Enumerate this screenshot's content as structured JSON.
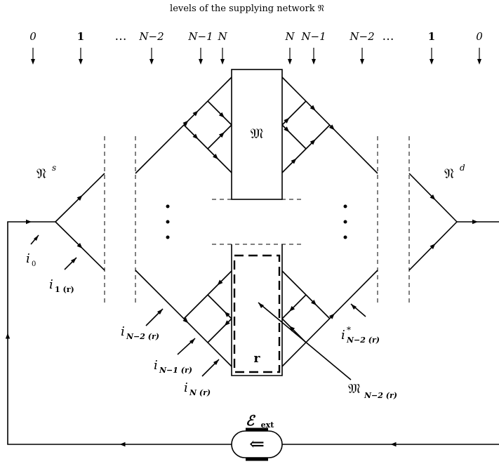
{
  "title": "levels of the supplying network 𝔑",
  "levels_left": [
    "0",
    "1",
    "…",
    "N−2",
    "N−1",
    "N"
  ],
  "levels_right": [
    "N",
    "N−1",
    "N−2",
    "…",
    "1",
    "0"
  ],
  "labels": {
    "source_network": "𝔑",
    "source_sup": "s",
    "drain_network": "𝔑",
    "drain_sup": "d",
    "central_block": "𝔐",
    "sub_block": "𝔐",
    "sub_block_sub": "N−2 (r)",
    "block_r": "r",
    "emf": "ℰ",
    "emf_sub": "ext",
    "emf_arrow": "⇐",
    "i0": "i",
    "i0_sub": "0",
    "i1": "i",
    "i1_sub": "1 (r)",
    "iN2": "i",
    "iN2_sub": "N−2 (r)",
    "iN1": "i",
    "iN1_sub": "N−1 (r)",
    "iN": "i",
    "iN_sub": "N (r)",
    "iN2star": "i",
    "iN2star_sup": "*",
    "iN2star_sub": "N−2 (r)"
  }
}
